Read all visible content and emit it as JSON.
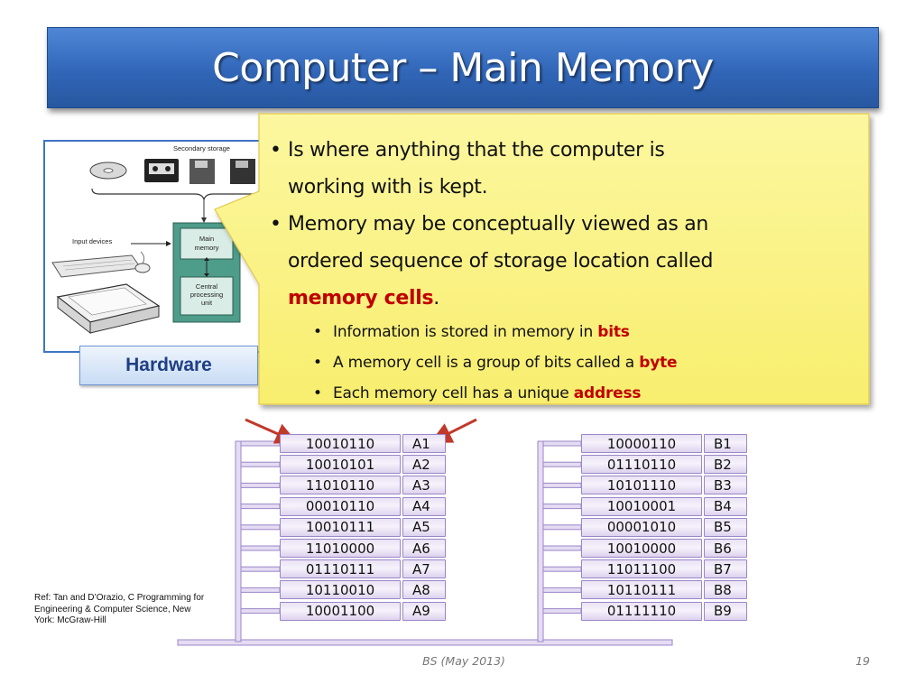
{
  "title": "Computer – Main Memory",
  "hardware": {
    "label": "Hardware",
    "figure": {
      "secondary_storage": "Secondary storage",
      "input_devices": "Input devices",
      "main_memory": [
        "Main",
        "memory"
      ],
      "cpu": [
        "Central",
        "processing",
        "unit"
      ]
    }
  },
  "callout": {
    "bullets": [
      {
        "parts": [
          "Is where anything that the computer is",
          "working with is kept."
        ]
      },
      {
        "parts": [
          "Memory may be conceptually viewed as an",
          "ordered sequence of storage location called"
        ],
        "highlight": "memory cells",
        "after": "."
      }
    ],
    "sub_bullets": [
      {
        "text": "Information is stored in memory in ",
        "highlight": "bits"
      },
      {
        "text": "A memory cell is a group of bits called a ",
        "highlight": "byte"
      },
      {
        "text": "Each memory cell has a unique ",
        "highlight": "address"
      }
    ]
  },
  "memory": {
    "bank_a": [
      {
        "value": "10010110",
        "addr": "A1"
      },
      {
        "value": "10010101",
        "addr": "A2"
      },
      {
        "value": "11010110",
        "addr": "A3"
      },
      {
        "value": "00010110",
        "addr": "A4"
      },
      {
        "value": "10010111",
        "addr": "A5"
      },
      {
        "value": "11010000",
        "addr": "A6"
      },
      {
        "value": "01110111",
        "addr": "A7"
      },
      {
        "value": "10110010",
        "addr": "A8"
      },
      {
        "value": "10001100",
        "addr": "A9"
      }
    ],
    "bank_b": [
      {
        "value": "10000110",
        "addr": "B1"
      },
      {
        "value": "01110110",
        "addr": "B2"
      },
      {
        "value": "10101110",
        "addr": "B3"
      },
      {
        "value": "10010001",
        "addr": "B4"
      },
      {
        "value": "00001010",
        "addr": "B5"
      },
      {
        "value": "10010000",
        "addr": "B6"
      },
      {
        "value": "11011100",
        "addr": "B7"
      },
      {
        "value": "10110111",
        "addr": "B8"
      },
      {
        "value": "01111110",
        "addr": "B9"
      }
    ]
  },
  "reference": "Ref: Tan and D’Orazio, C Programming for Engineering & Computer Science, New York: McGraw-Hill",
  "footer": "BS (May 2013)",
  "page_number": "19",
  "colors": {
    "title_blue": "#3166b8",
    "callout_yellow": "#fbf48a",
    "highlight_red": "#c00000",
    "memory_purple": "#9b86c8"
  }
}
